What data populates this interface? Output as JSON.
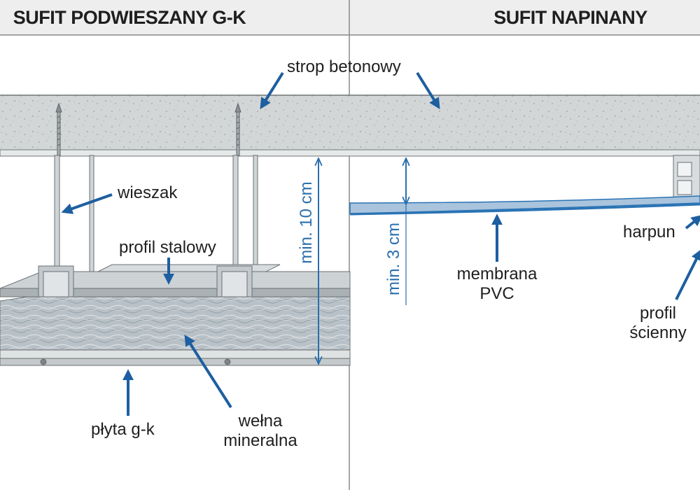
{
  "headers": {
    "left": "SUFIT PODWIESZANY G-K",
    "right": "SUFIT NAPINANY"
  },
  "labels": {
    "strop": "strop betonowy",
    "wieszak": "wieszak",
    "profil_stalowy": "profil stalowy",
    "min10": "min. 10 cm",
    "plyta_gk": "płyta g-k",
    "welna_1": "wełna",
    "welna_2": "mineralna",
    "min3": "min. 3 cm",
    "membrana_1": "membrana",
    "membrana_2": "PVC",
    "harpun": "harpun",
    "profil_scienny_1": "profil",
    "profil_scienny_2": "ścienny"
  },
  "colors": {
    "header_bg": "#eeeeee",
    "concrete": "#d3d6d6",
    "arrow_blue": "#1d5fa0",
    "dimension_blue": "#2a6fad",
    "steel": "#c6cbce",
    "wool": "#b3bdc4",
    "board": "#dfe2e2",
    "membrane": "#2a73b5"
  }
}
